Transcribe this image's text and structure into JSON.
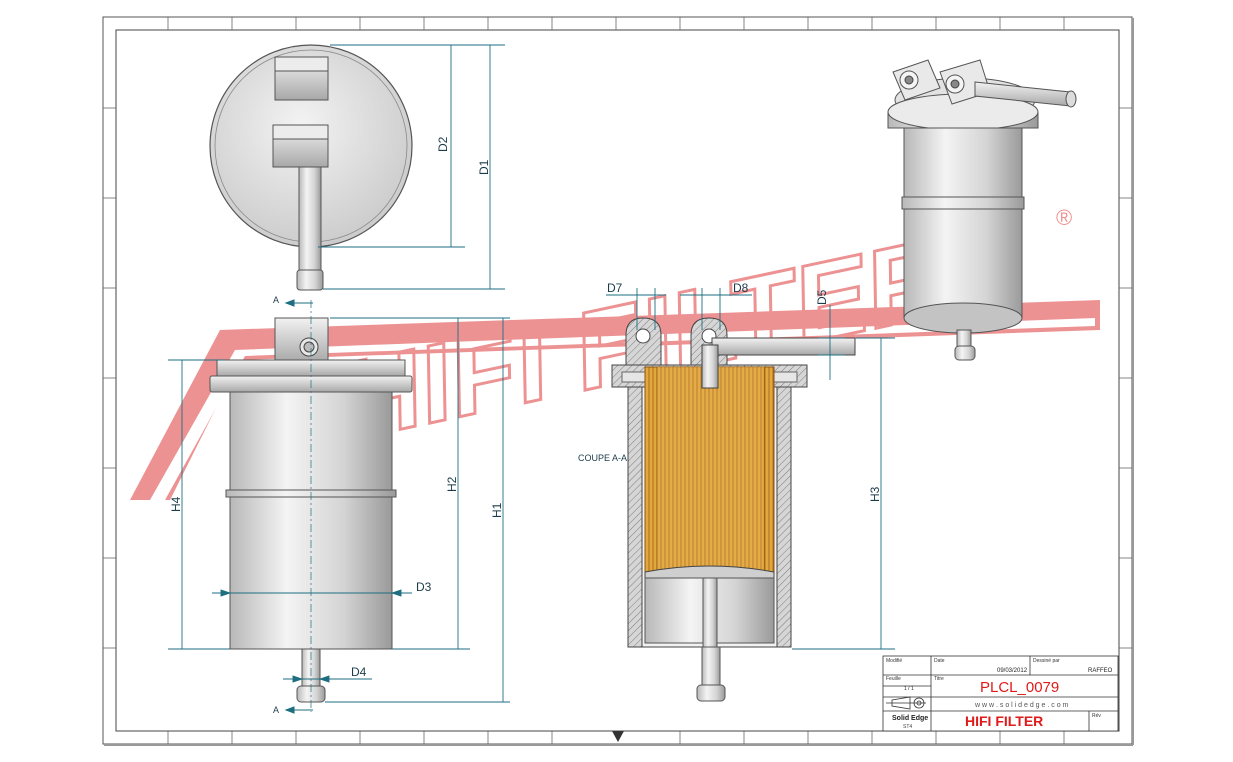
{
  "dimensions": {
    "d1": "D1",
    "d2": "D2",
    "d3": "D3",
    "d4": "D4",
    "d5": "D5",
    "d7": "D7",
    "d8": "D8",
    "h1": "H1",
    "h2": "H2",
    "h3": "H3",
    "h4": "H4"
  },
  "section": {
    "marker_top": "A",
    "marker_bottom": "A",
    "label": "COUPE A-A"
  },
  "watermark": {
    "brand": "HIFI FILTER",
    "registered": "®"
  },
  "title_block": {
    "field_a": "Modifié",
    "field_b": "Date",
    "field_c": "Dessiné par",
    "date": "09/03/2012",
    "author": "RAFFEO",
    "field_d": "Feuille",
    "sheet": "1 / 1",
    "field_e": "Titre",
    "drawing_number": "PLCL_0079",
    "website": "w w w . s o l i d e d g e . c o m",
    "software": "Solid Edge",
    "software_sub": "ST4",
    "company": "HIFI FILTER",
    "rev_label": "Rév"
  },
  "colors": {
    "dimension_line": "#1c6e80",
    "watermark": "#d81e1e",
    "filter_media": "#e0a53a",
    "title_red": "#e01a1a"
  }
}
